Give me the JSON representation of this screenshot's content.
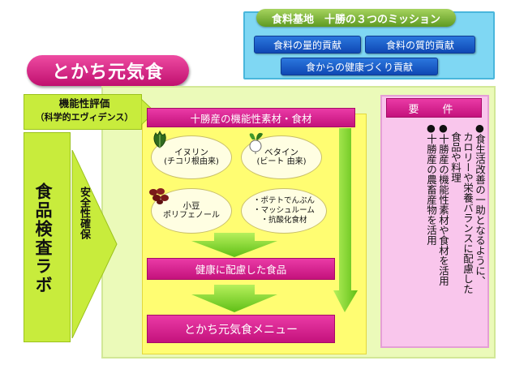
{
  "mission": {
    "title": "食料基地　十勝の３つのミッション",
    "items": [
      "食料の量的貢献",
      "食料の質的貢献",
      "食からの健康づくり貢献"
    ]
  },
  "main_title": "とかち元気食",
  "left": {
    "evaluation_line1": "機能性評価",
    "evaluation_line2": "（科学的エヴィデンス）",
    "lab": "食品検査ラボ",
    "safety": "安全性確保"
  },
  "center": {
    "top_bar": "十勝産の機能性素材・食材",
    "materials": [
      {
        "name": "イヌリン",
        "note": "(チコリ根由来)",
        "icon": "chicory-leaf-icon"
      },
      {
        "name": "ベタイン",
        "note": "(ビート 由来)",
        "icon": "beet-icon"
      },
      {
        "name": "小豆",
        "note": "ポリフェノール",
        "icon": "azuki-beans-icon"
      },
      {
        "lines": [
          "・ポテトでんぷん",
          "・マッシュルーム",
          "・抗酸化食材"
        ]
      }
    ],
    "mid_bar": "健康に配慮した食品",
    "bottom_bar": "とかち元気食メニュー"
  },
  "requirements": {
    "title": "要　件",
    "lines": [
      "●食生活改善の一助となるように、",
      "　カロリーや栄養バランスに配慮した",
      "　食品や料理",
      "●十勝産の機能性素材や食材を活用",
      "●十勝産の農畜産物を活用"
    ]
  },
  "colors": {
    "magenta": "#d41f88",
    "green": "#7ed320",
    "light_green": "#ebfab9",
    "yellow": "#fffd72",
    "pink": "#f9c6ec",
    "sky": "#7fd7f3",
    "blue": "#1557c8"
  }
}
